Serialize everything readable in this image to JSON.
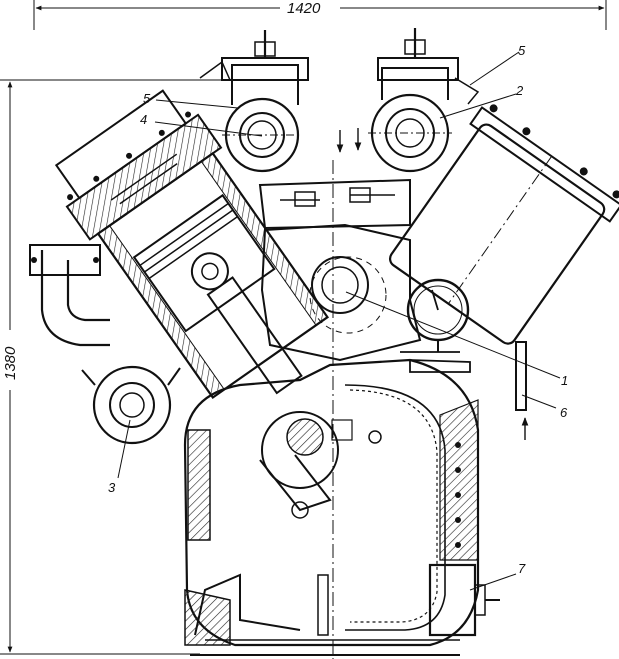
{
  "dimensions": {
    "width": "1420",
    "height": "1380"
  },
  "callouts": {
    "c1": "1",
    "c2": "2",
    "c3": "3",
    "c4": "4",
    "c5_left": "5",
    "c5_right": "5",
    "c6": "6",
    "c7": "7"
  }
}
